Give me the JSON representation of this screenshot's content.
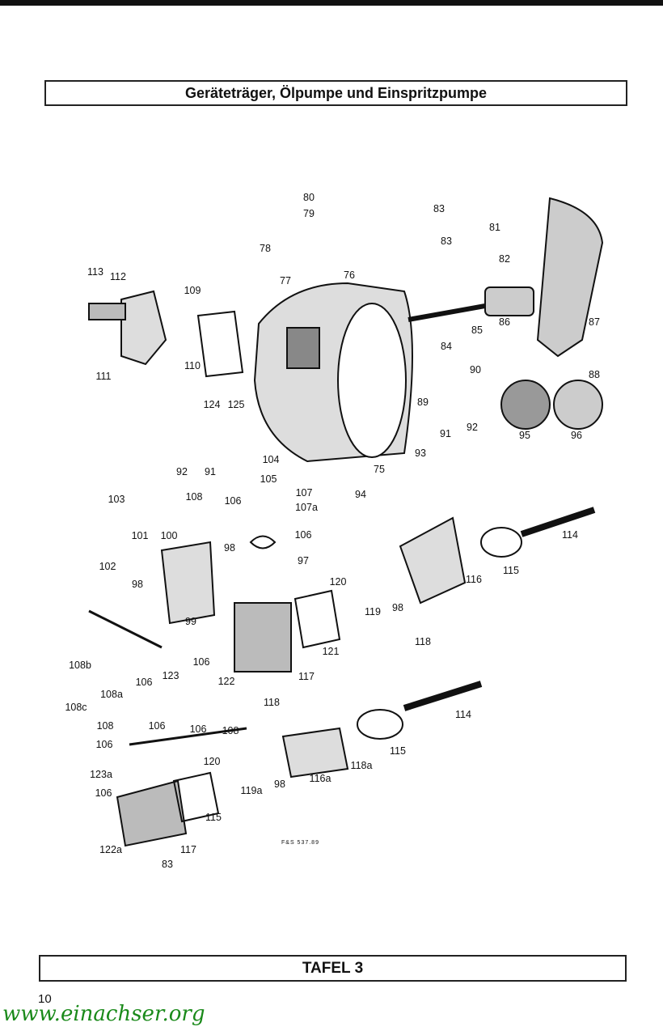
{
  "header": {
    "title": "Geräteträger, Ölpumpe und Einspritzpumpe"
  },
  "diagram": {
    "labels": [
      "80",
      "79",
      "83",
      "81",
      "78",
      "83",
      "82",
      "113",
      "112",
      "77",
      "76",
      "109",
      "87",
      "85",
      "86",
      "84",
      "111",
      "110",
      "90",
      "88",
      "89",
      "124",
      "125",
      "91",
      "92",
      "95",
      "96",
      "93",
      "92",
      "91",
      "75",
      "104",
      "105",
      "107",
      "107a",
      "94",
      "103",
      "108",
      "106",
      "106",
      "114",
      "101",
      "100",
      "102",
      "98",
      "97",
      "115",
      "116",
      "120",
      "98",
      "119",
      "98",
      "99",
      "118",
      "121",
      "108b",
      "106",
      "123",
      "106",
      "117",
      "122",
      "108a",
      "108c",
      "118",
      "114",
      "108",
      "106",
      "106",
      "108",
      "106",
      "115",
      "118a",
      "120",
      "123a",
      "116a",
      "98",
      "119a",
      "106",
      "115",
      "122a",
      "117",
      "83"
    ],
    "drawing_code": "F&S 537.89"
  },
  "footer": {
    "plate": "TAFEL 3",
    "page_number": "10"
  },
  "watermark": "www.einachser.org",
  "colors": {
    "ink": "#111111",
    "watermark": "#1a8a1a"
  }
}
